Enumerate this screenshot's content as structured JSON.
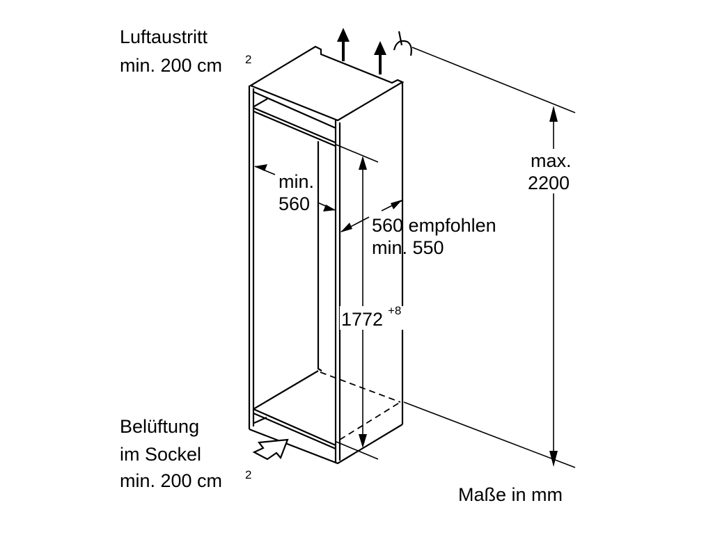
{
  "labels": {
    "air_outlet_title": "Luftaustritt",
    "air_outlet_value": "min. 200 cm",
    "air_outlet_sup": "2",
    "width_min": "min.",
    "width_value": "560",
    "depth_recommended": "560 empfohlen",
    "depth_min": "min. 550",
    "niche_height": "1772",
    "niche_height_tolerance": "+8",
    "max_height_label": "max.",
    "max_height_value": "2200",
    "plinth_vent_line1": "Belüftung",
    "plinth_vent_line2": "im Sockel",
    "plinth_vent_value": "min. 200 cm",
    "plinth_vent_sup": "2",
    "units_note": "Maße in mm"
  }
}
